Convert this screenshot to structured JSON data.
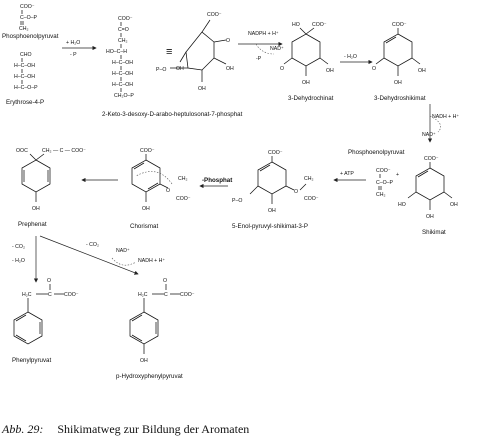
{
  "compounds": {
    "pep_top": "Phosphoenolpyruvat",
    "e4p": "Erythrose-4-P",
    "dahp": "2-Keto-3-desoxy-D-arabo-heptulosonat-7-phosphat",
    "dhq": "3-Dehydrochinat",
    "dhs": "3-Dehydroshikimat",
    "shikimat": "Shikimat",
    "pep_mid": "Phosphoenolpyruvat",
    "epsp": "5-Enol-pyruvyl-shikimat-3-P",
    "chorismat": "Chorismat",
    "prephenat": "Prephenat",
    "phenylpyruvat": "Phenylpyruvat",
    "hpp": "p-Hydroxyphenylpyruvat"
  },
  "reagents": {
    "step1_top": "+ H₂O",
    "step1_bottom": "- P",
    "identity": "≡",
    "step2_top": "NADPH + H⁺",
    "step2_nad": "NAD⁺",
    "step2_bottom": "-P",
    "step3": "- H₂O",
    "step4_top": "NADH + H⁺",
    "step4_bottom": "NAD⁺",
    "step5_atp": "+ ATP",
    "step5_plus": "+",
    "step6": "-Phosphat",
    "step7a_co2": "- CO₂",
    "step7a_h2o": "- H₂O",
    "step7b_co2": "- CO₂",
    "step7b_nad": "NAD⁺",
    "step7b_nadh": "NADH + H⁺"
  },
  "atoms": {
    "coo_minus": "COO⁻",
    "ooc": "OOC",
    "c_o_p": "C–O–P",
    "c_eq": "C",
    "ch2": "CH₂",
    "cho": "CHO",
    "hcoh": "H–C–OH",
    "hcop": "H–C–O–P",
    "c_eq_o": "C=O",
    "ch2_plain": "CH₂",
    "hoch": "HO–C–H",
    "ch2op": "CH₂O–P",
    "p_o": "P–O",
    "ho": "HO",
    "oh": "OH",
    "o": "O",
    "h2c": "H₂C",
    "c": "C",
    "chain_ch2": "CH₂ — C — COO⁻"
  },
  "caption": {
    "number": "Abb. 29:",
    "text": "Shikimatweg zur Bildung der Aromaten"
  }
}
